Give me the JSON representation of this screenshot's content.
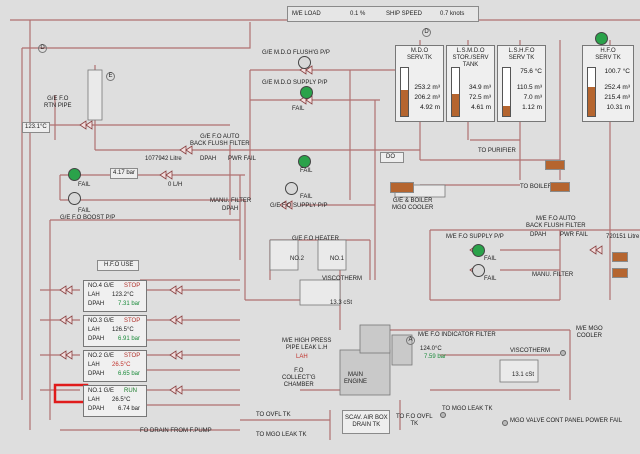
{
  "header": {
    "me_load_label": "M/E LOAD",
    "me_load_value": "0.1 %",
    "ship_speed_label": "SHIP SPEED",
    "ship_speed_value": "0.7 knots"
  },
  "tanks": [
    {
      "name": "M.D.O\nSERV.TK",
      "temp": "",
      "values": [
        "253.2 m³",
        "206.2 m³",
        "4.92 m"
      ],
      "level": 0.55
    },
    {
      "name": "L.S.M.D.O\nSTOR./SERV\nTANK",
      "temp": "34.9 m³",
      "values": [
        "72.5 m³",
        "4.61 m"
      ],
      "level": 0.45
    },
    {
      "name": "L.S.H.F.O\nSERV TK",
      "temp": "75.6 °C",
      "values": [
        "110.5 m³",
        "7.0 m³",
        "1.12 m"
      ],
      "level": 0.2
    },
    {
      "name": "H.F.O\nSERV TK",
      "temp": "100.7 °C",
      "values": [
        "252.4 m³",
        "215.4 m³",
        "10.31 m"
      ],
      "level": 0.6
    }
  ],
  "labels": {
    "ge_fo_rtn_pipe": "G/E F.O\nRTN PIPE",
    "ge_mdo_flushg": "G/E M.D.O FLUSH'G P/P",
    "ge_mdo_supply": "G/E M.D.O SUPPLY P/P",
    "fail": "FAIL",
    "ge_fo_auto_filter": "G/E F.O AUTO\nBACK FLUSH FILTER",
    "dpah": "DPAH",
    "pwr_fail": "PWR FAIL",
    "ge_fo_boost": "G/E F.O BOOST P/P",
    "manu_filter": "MANU. FILTER",
    "ge_fo_supply": "G/E F.O SUPPLY P/P",
    "ge_boiler_mgo_cooler": "G/E & BOILER\nMGO COOLER",
    "to_purifier": "TO PURIFIER",
    "to_boiler": "TO BOILER",
    "ge_fo_heater": "G/E F.O HEATER",
    "no2": "NO.2",
    "no1": "NO.1",
    "viscotherm": "VISCOTHERM",
    "hfo_use": "H.F.O USE",
    "me_fo_auto_filter": "M/E F.O AUTO\nBACK FLUSH FILTER",
    "dpah2": "DPAH",
    "pwr_fail2": "PWR FAIL",
    "me_fo_supply": "M/E F.O SUPPLY P/P",
    "manu_filter2": "MANU. FILTER",
    "me_high_press": "M/E HIGH PRESS\nPIPE LEAK L.H",
    "lah": "LAH",
    "fo_collect": "F.O\nCOLLECT'G\nCHAMBER",
    "main_engine": "MAIN\nENGINE",
    "me_fo_indicator": "M/E F.O INDICATOR FILTER",
    "viscotherm2": "VISCOTHERM",
    "me_mgo_cooler": "M/E MGO\nCOOLER",
    "fo_drain": "FO DRAIN FROM F.PUMP",
    "to_ovfl": "TO OVFL TK",
    "to_mgo_leak": "TO MGO LEAK TK",
    "scav_air": "SCAV. AIR BOX\nDRAIN TK",
    "to_fo_ovfl": "TO F.O OVFL\nTK",
    "to_mgo_leak2": "TO MGO LEAK TK",
    "mgo_valve": "MGO VALVE CONT PANEL POWER FAIL",
    "temp_left": "123.1°C",
    "flow_left": "4.17 bar",
    "flow_counter": "1077942 Litre",
    "flow_lh": "0 L/H",
    "visc_val": "13.3 cSt",
    "visc_val2": "13.1 cSt",
    "me_temp": "124.0°C",
    "me_press": "7.59 bar",
    "me_counter": "720151 Litre",
    "do_label": "DO",
    "d_label": "D",
    "e_label": "E",
    "a_label": "A"
  },
  "engines": [
    {
      "name": "NO.4 G/E",
      "status": "STOP",
      "temp": "123.2°C",
      "press": "7.31 bar",
      "lah": "LAH",
      "dpah": "DPAH"
    },
    {
      "name": "NO.3 G/E",
      "status": "STOP",
      "temp": "126.5°C",
      "press": "6.91 bar",
      "lah": "LAH",
      "dpah": "DPAH"
    },
    {
      "name": "NO.2 G/E",
      "status": "STOP",
      "temp": "26.5°C",
      "press": "6.65 bar",
      "lah": "LAH",
      "dpah": "DPAH"
    },
    {
      "name": "NO.1 G/E",
      "status": "RUN",
      "temp": "26.5°C",
      "press": "6.74 bar",
      "lah": "LAH",
      "dpah": "DPAH"
    }
  ],
  "colors": {
    "pipe": "#b07070",
    "pipe_dark": "#8a4040",
    "green": "#2aa24a",
    "alarm": "#e01b1b",
    "fill": "#b5652f"
  }
}
